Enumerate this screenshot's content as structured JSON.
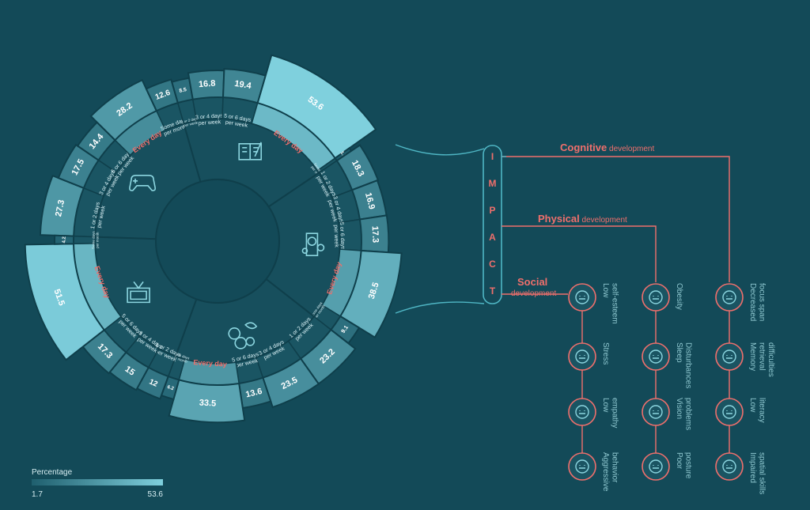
{
  "colors": {
    "background": "#134a58",
    "ring_stroke": "#0f3f4b",
    "low": "#1f5f6e",
    "high": "#7fd0dd",
    "inner_disc": "#174f5d",
    "text_light": "#ffffff",
    "text_dim": "#d7eef2",
    "accent_coral": "#ef6f6c",
    "teal_line": "#4fb6c4",
    "icon_stroke": "#8cd6e0",
    "node_fill": "#1a5462",
    "label_muted": "#8ec7cf"
  },
  "chart_data": {
    "type": "sunburst",
    "value_unit": "Percentage",
    "legend": {
      "title": "Percentage",
      "min_label": "1.7",
      "max_label": "53.6",
      "min": 1.7,
      "max": 53.6
    },
    "activities": [
      {
        "name": "gaming",
        "icon": "gamepad-icon",
        "segments": [
          {
            "label": "1 or 2 days per week",
            "value": 27.3
          },
          {
            "label": "3 or 4 days per week",
            "value": 17.5
          },
          {
            "label": "5 or 6 days per week",
            "value": 14.4
          },
          {
            "label": "Every day",
            "value": 28.2
          },
          {
            "label": "Some days per month",
            "value": 12.6
          }
        ]
      },
      {
        "name": "reading",
        "icon": "book-icon",
        "segments": [
          {
            "label": "1 or 2 days per week",
            "value": 8.5
          },
          {
            "label": "3 or 4 days per week",
            "value": 16.8
          },
          {
            "label": "5 or 6 days per week",
            "value": 19.4
          },
          {
            "label": "Every day",
            "value": 53.6
          },
          {
            "label": "Some days per month",
            "value": 1.7
          }
        ]
      },
      {
        "name": "social-media",
        "icon": "social-media-icon",
        "segments": [
          {
            "label": "1 or 2 days per week",
            "value": 18.3
          },
          {
            "label": "3 or 4 days per week",
            "value": 16.9
          },
          {
            "label": "5 or 6 days per week",
            "value": 17.3
          },
          {
            "label": "Every day",
            "value": 38.5
          },
          {
            "label": "Some days per month",
            "value": 9.1
          }
        ]
      },
      {
        "name": "sports",
        "icon": "sports-balls-icon",
        "segments": [
          {
            "label": "1 or 2 days per week",
            "value": 23.2
          },
          {
            "label": "3 or 4 days per week",
            "value": 23.5
          },
          {
            "label": "5 or 6 days per week",
            "value": 13.6
          },
          {
            "label": "Every day",
            "value": 33.5
          },
          {
            "label": "Some days per month",
            "value": 6.2
          }
        ]
      },
      {
        "name": "television",
        "icon": "tv-icon",
        "segments": [
          {
            "label": "1 or 2 days per week",
            "value": 12
          },
          {
            "label": "3 or 4 days per week",
            "value": 15
          },
          {
            "label": "5 or 6 days per week",
            "value": 17.3
          },
          {
            "label": "Every day",
            "value": 51.5
          },
          {
            "label": "Some days per month",
            "value": 4.2
          }
        ]
      }
    ]
  },
  "impact": {
    "letters": [
      "I",
      "M",
      "P",
      "A",
      "C",
      "T"
    ],
    "branches": [
      {
        "bold": "Cognitive",
        "rest": " development"
      },
      {
        "bold": "Physical",
        "rest": " development"
      },
      {
        "bold": "Social",
        "rest": "development"
      }
    ],
    "columns": [
      {
        "name": "social",
        "items": [
          {
            "icon": "thumbs-down-icon",
            "lines": [
              "Low",
              "self-esteem"
            ]
          },
          {
            "icon": "stressed-brain-icon",
            "lines": [
              "Stress"
            ]
          },
          {
            "icon": "neutral-face-icon",
            "lines": [
              "Low",
              "empathy"
            ]
          },
          {
            "icon": "angry-face-icon",
            "lines": [
              "Aggressive",
              "behavior"
            ]
          }
        ]
      },
      {
        "name": "physical",
        "items": [
          {
            "icon": "obesity-icon",
            "lines": [
              "Obesity"
            ]
          },
          {
            "icon": "no-sleep-icon",
            "lines": [
              "Sleep",
              "Disturbances"
            ]
          },
          {
            "icon": "crossed-eye-icon",
            "lines": [
              "Vision",
              "problems"
            ]
          },
          {
            "icon": "posture-icon",
            "lines": [
              "Poor",
              "posture"
            ]
          }
        ]
      },
      {
        "name": "cognitive",
        "items": [
          {
            "icon": "focus-head-icon",
            "lines": [
              "Decreased",
              "focus span"
            ]
          },
          {
            "icon": "memory-head-icon",
            "lines": [
              "Memory",
              "retrieval",
              "difficulties"
            ]
          },
          {
            "icon": "reading-person-icon",
            "lines": [
              "Low",
              "literacy"
            ]
          },
          {
            "icon": "spatial-map-icon",
            "lines": [
              "Impaired",
              "spatial skills"
            ]
          }
        ]
      }
    ]
  }
}
